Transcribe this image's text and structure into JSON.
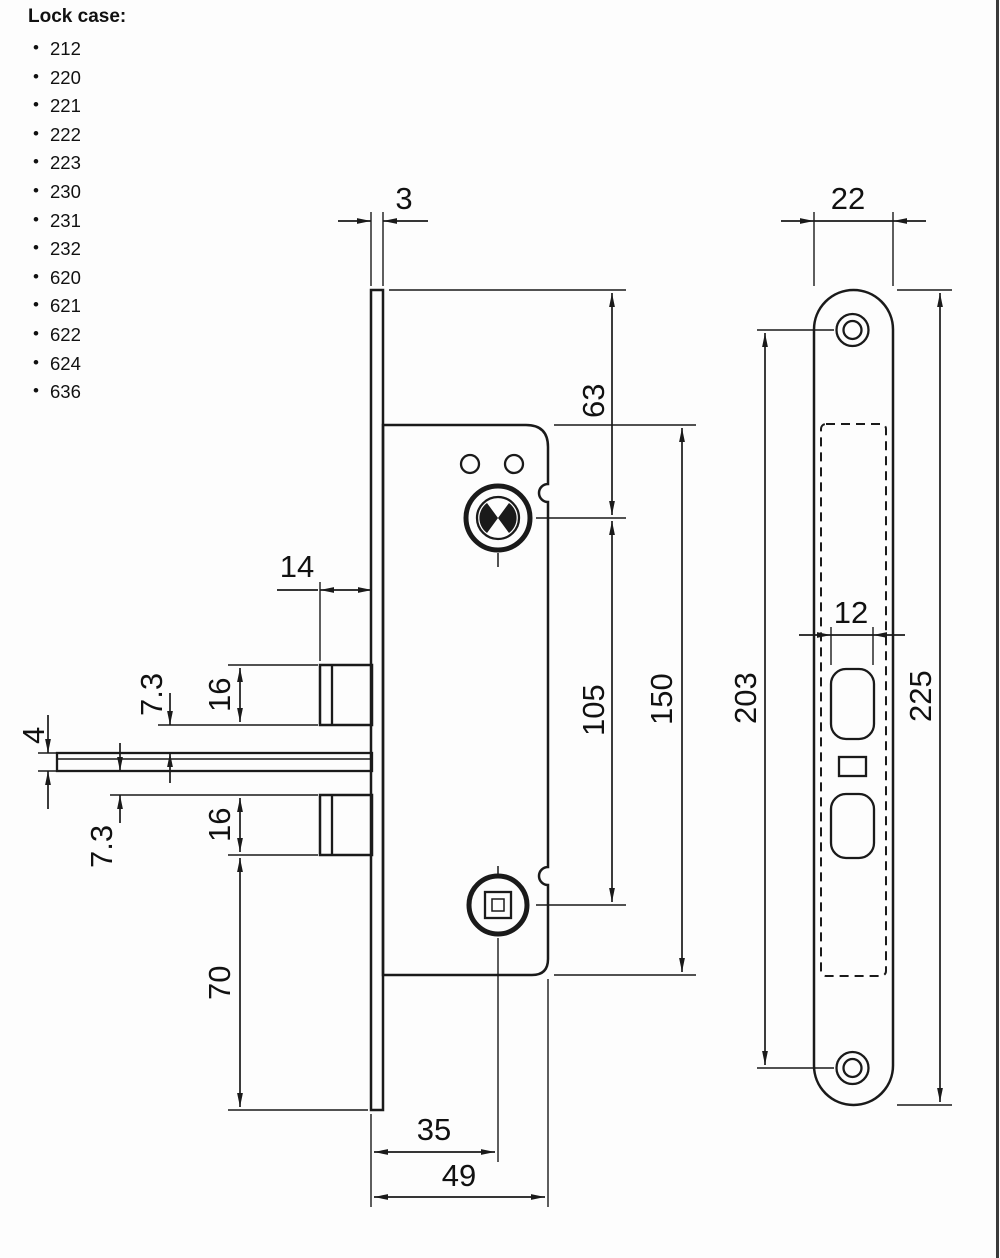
{
  "list": {
    "title": "Lock case:",
    "items": [
      "212",
      "220",
      "221",
      "222",
      "223",
      "230",
      "231",
      "232",
      "620",
      "621",
      "622",
      "624",
      "636"
    ]
  },
  "side_view": {
    "dims": {
      "faceplate_thickness": "3",
      "top_to_cylinder": "63",
      "cylinder_to_spindle": "105",
      "case_height": "150",
      "latch_throw": "14",
      "gap_upper": "7.3",
      "latch_height_upper": "16",
      "bar_thickness": "4",
      "gap_lower": "7.3",
      "latch_height_lower": "16",
      "spindle_to_plate_bottom": "70",
      "backset": "35",
      "case_depth": "49"
    }
  },
  "front_view": {
    "dims": {
      "plate_width": "22",
      "cutout_width": "12",
      "screw_hole_centers": "203",
      "plate_height": "225"
    }
  },
  "colors": {
    "line": "#1a1a1a",
    "text": "#111111",
    "background": "#fdfdfd"
  }
}
